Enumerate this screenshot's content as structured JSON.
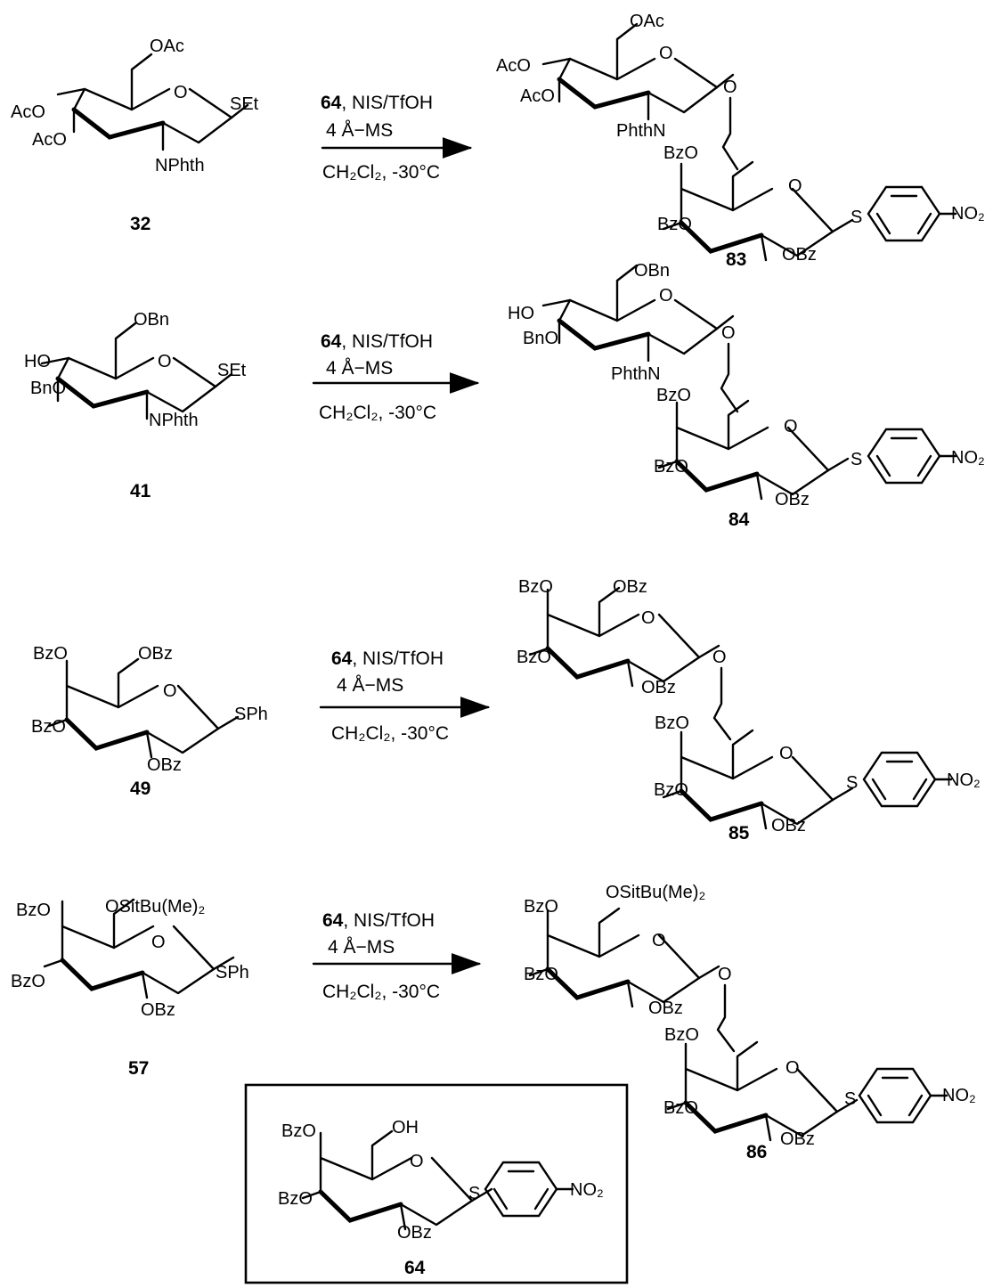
{
  "conditions": {
    "reagent": "64",
    "promoter": ", NIS/TfOH",
    "sieves": "4 Å−MS",
    "solvent": "CH₂Cl₂, -30°C"
  },
  "compounds": {
    "c32": "32",
    "c41": "41",
    "c49": "49",
    "c57": "57",
    "c64": "64",
    "c83": "83",
    "c84": "84",
    "c85": "85",
    "c86": "86"
  },
  "labels": {
    "OAc": "OAc",
    "AcO": "AcO",
    "SEt": "SEt",
    "NPhth": "NPhth",
    "PhthN": "PhthN",
    "OBn": "OBn",
    "HO": "HO",
    "BnO": "BnO",
    "BzO": "BzO",
    "OBz": "OBz",
    "SPh": "SPh",
    "S": "S",
    "NO2": "NO₂",
    "OH": "OH",
    "O": "O",
    "OTBS": "OSitBu(Me)₂"
  }
}
